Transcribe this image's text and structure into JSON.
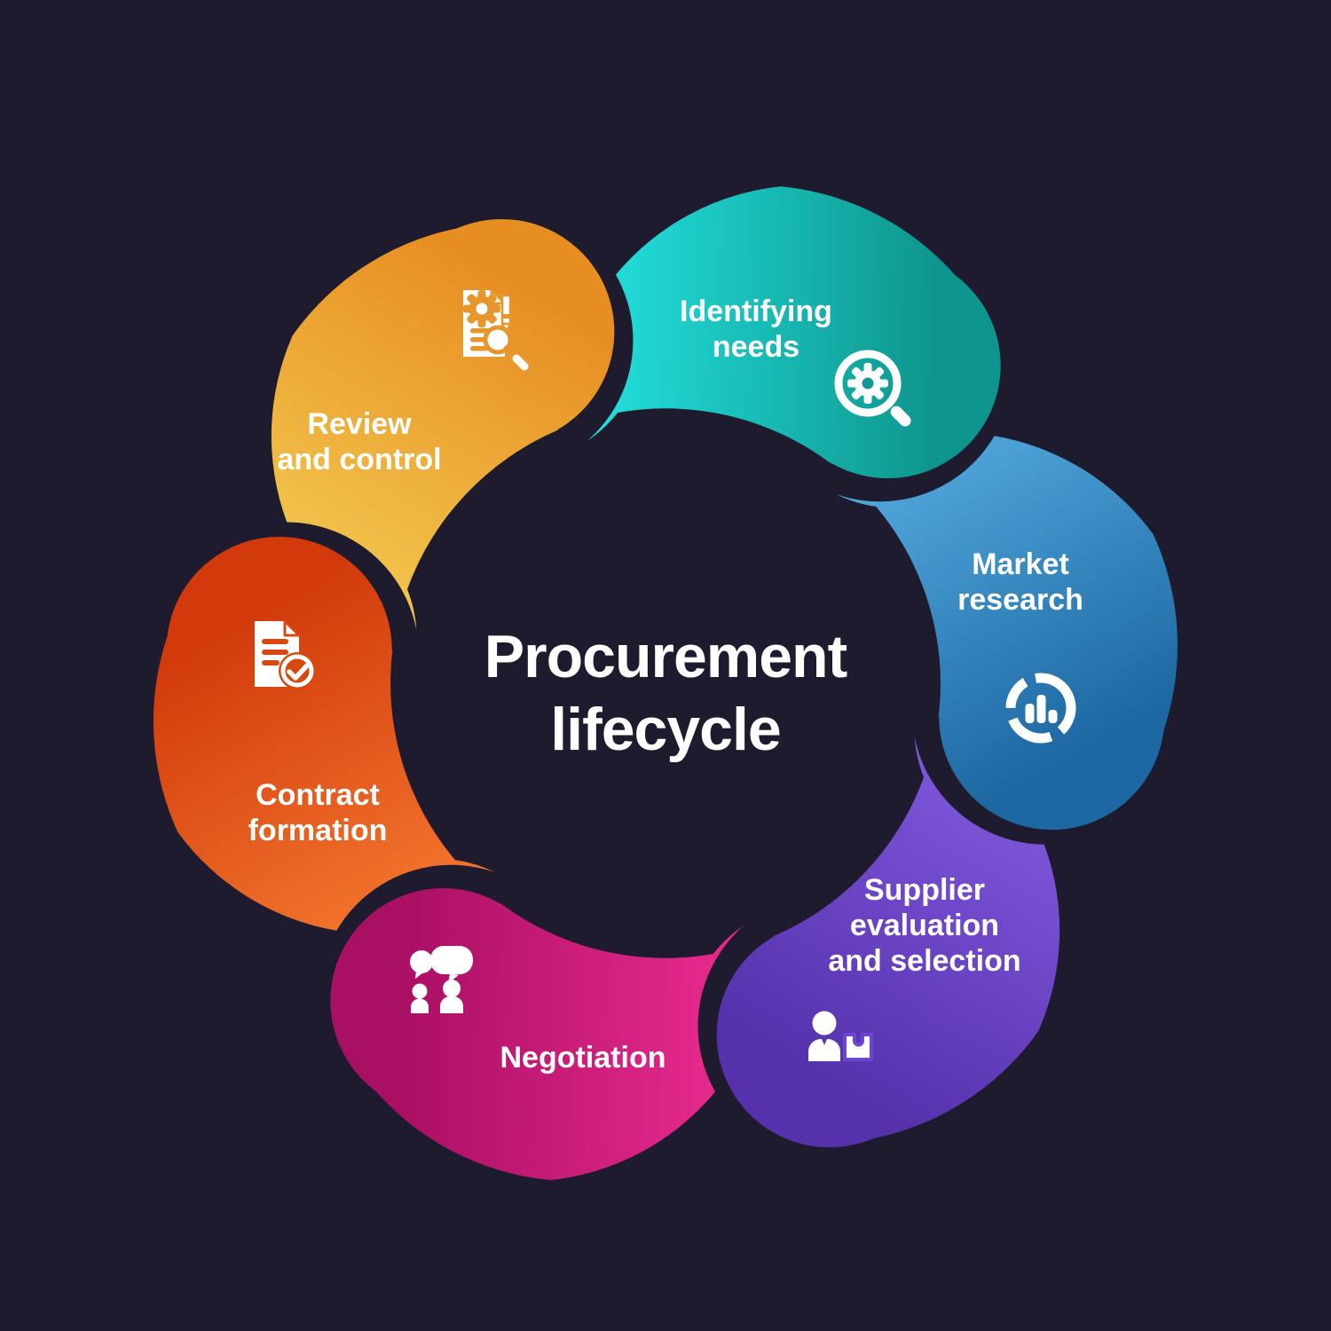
{
  "background_color": "#1e1b2e",
  "title": {
    "lines": [
      "Procurement",
      "lifecycle"
    ],
    "color": "#ffffff"
  },
  "segments": [
    {
      "name": "Identifying needs",
      "label_lines": [
        "Identifying",
        "needs"
      ],
      "icon": "magnifier-gear-icon",
      "gradient": {
        "start": "#24e5e2",
        "end": "#0e968e"
      }
    },
    {
      "name": "Market research",
      "label_lines": [
        "Market",
        "research"
      ],
      "icon": "donut-chart-bars-icon",
      "gradient": {
        "start": "#54acdf",
        "end": "#1d67a3"
      }
    },
    {
      "name": "Supplier evaluation and selection",
      "label_lines": [
        "Supplier",
        "evaluation",
        "and selection"
      ],
      "icon": "person-package-icon",
      "gradient": {
        "start": "#8159dd",
        "end": "#5531ac"
      }
    },
    {
      "name": "Negotiation",
      "label_lines": [
        "Negotiation"
      ],
      "icon": "speech-bubbles-people-icon",
      "gradient": {
        "start": "#ee2d92",
        "end": "#a90f63"
      }
    },
    {
      "name": "Contract formation",
      "label_lines": [
        "Contract",
        "formation"
      ],
      "icon": "document-check-icon",
      "gradient": {
        "start": "#f57a30",
        "end": "#d23a0b"
      }
    },
    {
      "name": "Review and control",
      "label_lines": [
        "Review",
        "and control"
      ],
      "icon": "document-gear-magnifier-icon",
      "gradient": {
        "start": "#f3c94f",
        "end": "#e78e22"
      }
    }
  ]
}
